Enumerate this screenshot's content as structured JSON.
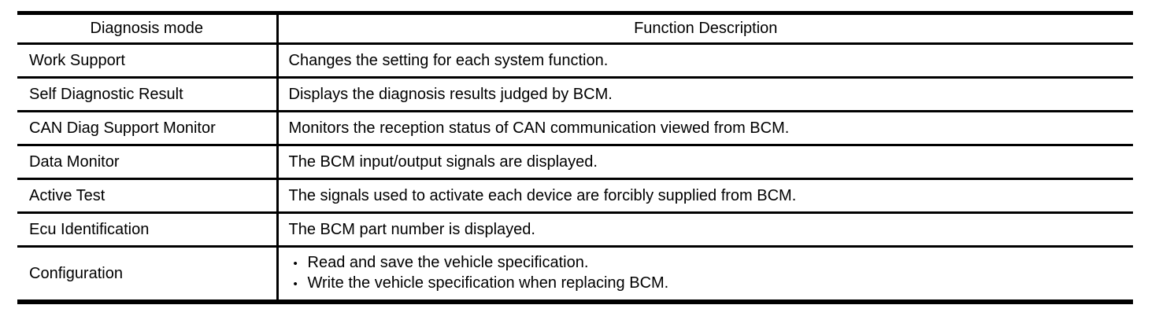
{
  "colors": {
    "border": "#000000",
    "text": "#000000",
    "background": "#ffffff"
  },
  "table": {
    "bullet_char": "•",
    "headers": {
      "diagnosis_mode": "Diagnosis mode",
      "function_description": "Function Description"
    },
    "rows": [
      {
        "mode": "Work Support",
        "bulleted": false,
        "descriptions": [
          "Changes the setting for each system function."
        ]
      },
      {
        "mode": "Self Diagnostic Result",
        "bulleted": false,
        "descriptions": [
          "Displays the diagnosis results judged by BCM."
        ]
      },
      {
        "mode": "CAN Diag Support Monitor",
        "bulleted": false,
        "descriptions": [
          "Monitors the reception status of CAN communication viewed from BCM."
        ]
      },
      {
        "mode": "Data Monitor",
        "bulleted": false,
        "descriptions": [
          "The BCM input/output signals are displayed."
        ]
      },
      {
        "mode": "Active Test",
        "bulleted": false,
        "descriptions": [
          "The signals used to activate each device are forcibly supplied from BCM."
        ]
      },
      {
        "mode": "Ecu Identification",
        "bulleted": false,
        "descriptions": [
          "The BCM part number is displayed."
        ]
      },
      {
        "mode": "Configuration",
        "bulleted": true,
        "descriptions": [
          "Read and save the vehicle specification.",
          "Write the vehicle specification when replacing BCM."
        ]
      }
    ]
  }
}
